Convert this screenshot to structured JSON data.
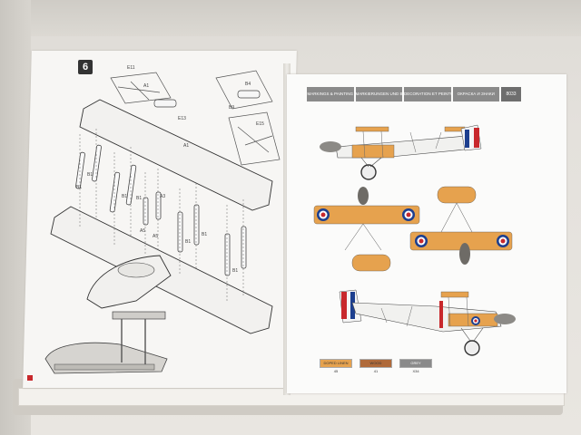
{
  "step": {
    "number": "6"
  },
  "parts": {
    "b1": "B1",
    "a1": "A1",
    "a3": "A3",
    "a5": "A5",
    "e11": "E11",
    "b4": "B4",
    "b9": "B9",
    "e15": "E15",
    "e13": "E13"
  },
  "markings_header": {
    "segments": [
      "MARKINGS & PAINTING",
      "MARKIERUNGEN UND BEMALUNG",
      "DECORATION ET PEINTURE",
      "ОКРАСКА И ЗНАКИ"
    ],
    "badge": "8033"
  },
  "colors": {
    "roundel_blue": "#1d3f8f",
    "roundel_red": "#c8282c",
    "doped_linen": "#e6a24e",
    "wood": "#b06a3a",
    "grey": "#8a8a8a"
  },
  "swatches": [
    {
      "label": "DOPED LINEN",
      "code": "45"
    },
    {
      "label": "WOOD",
      "code": "41"
    },
    {
      "label": "GREY",
      "code": "X34"
    }
  ]
}
